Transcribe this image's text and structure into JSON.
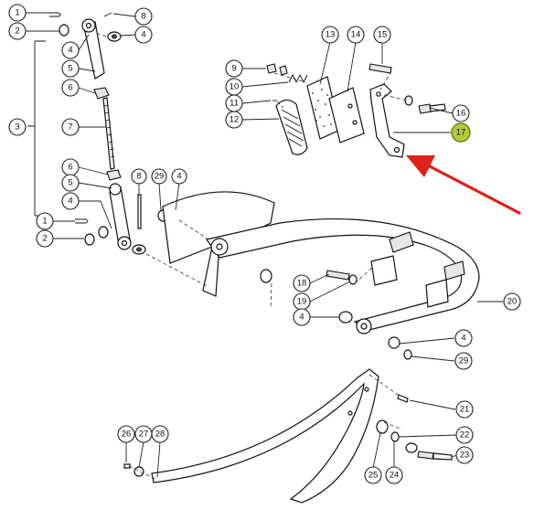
{
  "diagram": {
    "highlight_color": "#b8c93a",
    "arrow_color": "#e0201c",
    "callouts": [
      {
        "label": "1"
      },
      {
        "label": "2"
      },
      {
        "label": "3"
      },
      {
        "label": "4"
      },
      {
        "label": "5"
      },
      {
        "label": "6"
      },
      {
        "label": "7"
      },
      {
        "label": "6"
      },
      {
        "label": "5"
      },
      {
        "label": "4"
      },
      {
        "label": "1"
      },
      {
        "label": "2"
      },
      {
        "label": "8"
      },
      {
        "label": "4"
      },
      {
        "label": "8"
      },
      {
        "label": "29"
      },
      {
        "label": "4"
      },
      {
        "label": "9"
      },
      {
        "label": "10"
      },
      {
        "label": "11"
      },
      {
        "label": "12"
      },
      {
        "label": "13"
      },
      {
        "label": "14"
      },
      {
        "label": "15"
      },
      {
        "label": "16"
      },
      {
        "label": "17"
      },
      {
        "label": "18"
      },
      {
        "label": "19"
      },
      {
        "label": "4"
      },
      {
        "label": "20"
      },
      {
        "label": "4"
      },
      {
        "label": "29"
      },
      {
        "label": "21"
      },
      {
        "label": "22"
      },
      {
        "label": "23"
      },
      {
        "label": "24"
      },
      {
        "label": "25"
      },
      {
        "label": "26"
      },
      {
        "label": "27"
      },
      {
        "label": "28"
      }
    ]
  }
}
